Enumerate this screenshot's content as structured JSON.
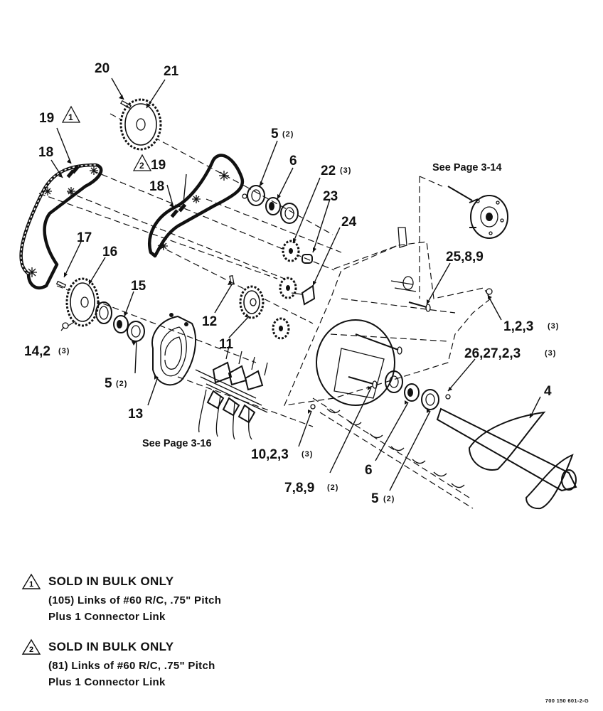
{
  "callouts": {
    "c20": "20",
    "c21": "21",
    "c19a": "19",
    "c19b": "19",
    "c18a": "18",
    "c18b": "18",
    "c5a": "5",
    "c5a_q": "(2)",
    "c6a": "6",
    "c22": "22",
    "c22_q": "(3)",
    "c23": "23",
    "c24": "24",
    "c17": "17",
    "c16": "16",
    "c15": "15",
    "c25": "25,8,9",
    "c1": "1,2,3",
    "c1_q": "(3)",
    "c12": "12",
    "c11": "11",
    "c14": "14,2",
    "c14_q": "(3)",
    "c5b": "5",
    "c5b_q": "(2)",
    "c13": "13",
    "c26": "26,27,2,3",
    "c26_q": "(3)",
    "c4": "4",
    "c10": "10,2,3",
    "c10_q": "(3)",
    "c6b": "6",
    "c7": "7,8,9",
    "c7_q": "(2)",
    "c5c": "5",
    "c5c_q": "(2)"
  },
  "refs": {
    "page_3_14": "See Page 3-14",
    "page_3_16": "See Page 3-16"
  },
  "triangles": {
    "t1": "1",
    "t2": "2"
  },
  "notes": [
    {
      "marker": "1",
      "heading": "SOLD IN BULK ONLY",
      "lines": [
        "(105) Links of #60 R/C, .75\" Pitch",
        "Plus 1 Connector Link"
      ]
    },
    {
      "marker": "2",
      "heading": "SOLD IN BULK ONLY",
      "lines": [
        "(81) Links of #60 R/C, .75\" Pitch",
        "Plus 1 Connector Link"
      ]
    }
  ],
  "doc_id": "700 150 601-2-G"
}
